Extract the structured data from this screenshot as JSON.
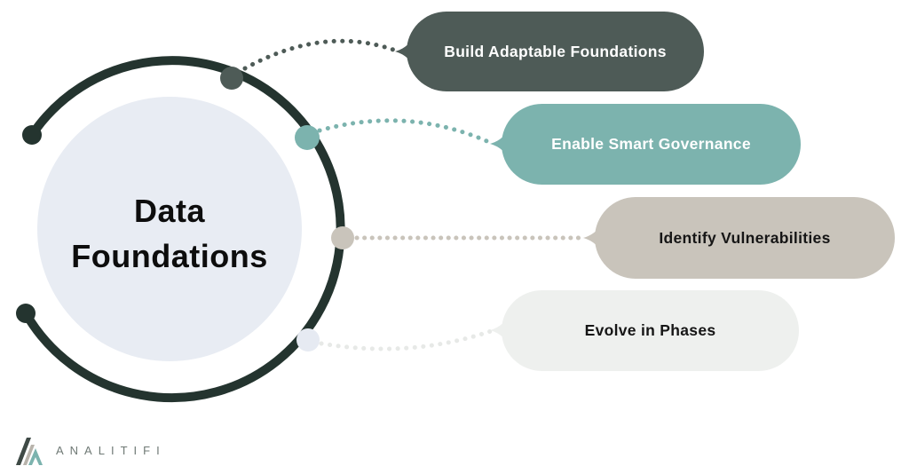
{
  "center": {
    "title_line1": "Data",
    "title_line2": "Foundations",
    "circle_color": "#e8ecf3",
    "ring_color": "#24342f"
  },
  "branches": [
    {
      "label": "Build Adaptable Foundations",
      "pill_color": "#4e5b57",
      "text_color": "#ffffff",
      "node_color": "#4e5b57",
      "connector_color": "#4e5b57"
    },
    {
      "label": "Enable Smart Governance",
      "pill_color": "#7cb3ae",
      "text_color": "#ffffff",
      "node_color": "#7cb3ae",
      "connector_color": "#7cb3ae"
    },
    {
      "label": "Identify Vulnerabilities",
      "pill_color": "#c9c4bb",
      "text_color": "#161616",
      "node_color": "#c9c4bb",
      "connector_color": "#c9c4bb"
    },
    {
      "label": "Evolve in Phases",
      "pill_color": "#eef0ee",
      "text_color": "#161616",
      "node_color": "#e6eaf2",
      "connector_color": "#e7e9e7"
    }
  ],
  "footer": {
    "brand": "ANALITIFI",
    "logo_colors": {
      "stripe1": "#3f4a46",
      "stripe2": "#b8b3ab",
      "triangle": "#7cb3ae"
    }
  }
}
